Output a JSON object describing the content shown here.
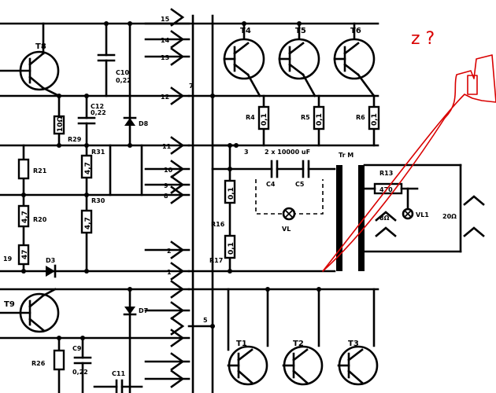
{
  "labels": {
    "T4": "T4",
    "T5": "T5",
    "T6": "T6",
    "T8": "T8",
    "T9": "T9",
    "T1": "T1",
    "T2": "T2",
    "T3": "T3",
    "R4": "R4",
    "R5": "R5",
    "R6": "R6",
    "R4v": "0,1",
    "R5v": "0,1",
    "R6v": "0,1",
    "R29": "R29",
    "R29v": "10Ω",
    "C12": "C12",
    "C12v": "0,22",
    "C10": "C10",
    "C10v": "0,22",
    "D8": "D8",
    "R31": "R31",
    "R31v": "4,7",
    "R30": "R30",
    "R30v": "4,7",
    "R21": "R21",
    "R20": "R20",
    "R20v": "4,7",
    "R19": "19",
    "R19v": "47",
    "D3": "D3",
    "R16": "R16",
    "R16v": "0,1",
    "R17": "R17",
    "R17v": "0,1",
    "C4": "C4",
    "C5": "C5",
    "caps": "2 x 10000 uF",
    "VL": "VL",
    "TrM": "Tr M",
    "R13": "R13",
    "R13v": "470",
    "VL1": "VL1",
    "imp_left": "8Ω",
    "imp_right": "20Ω",
    "D7": "D7",
    "R26": "R26",
    "C9": "C9",
    "C9v": "0,22",
    "C11": "C11",
    "node3": "3",
    "node5": "5",
    "node7": "7",
    "pin11": "11",
    "pin12": "12",
    "pin13": "13",
    "pin14": "14",
    "pin15": "15",
    "pin8": "8",
    "pin9": "9",
    "pin10": "10",
    "pin1": "1",
    "pin2": "2",
    "annotation": "z ?"
  }
}
